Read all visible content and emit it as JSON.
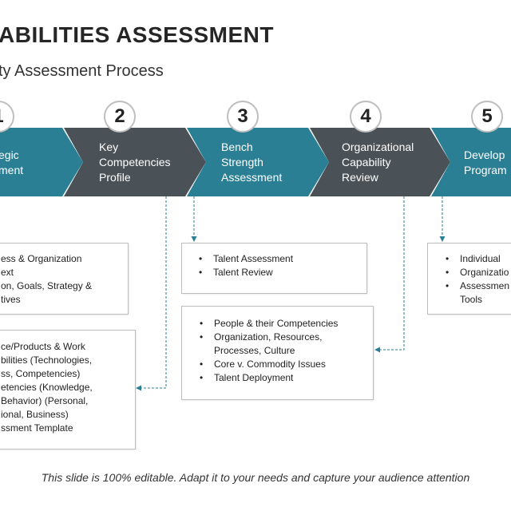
{
  "header": {
    "title": "ABILITIES ASSESSMENT",
    "subtitle": "ty Assessment Process"
  },
  "stages": [
    {
      "number": "1",
      "label": "egic\nment",
      "color": "#2a7f95"
    },
    {
      "number": "2",
      "label": "Key\nCompetencies\nProfile",
      "color": "#4a5258"
    },
    {
      "number": "3",
      "label": "Bench\nStrength\nAssessment",
      "color": "#2a7f95"
    },
    {
      "number": "4",
      "label": "Organizational\nCapability\nReview",
      "color": "#4a5258"
    },
    {
      "number": "5",
      "label": "Develop\nProgram",
      "color": "#2a7f95"
    }
  ],
  "boxes": {
    "box1": [
      "ess & Organization",
      "ext",
      "on, Goals, Strategy &",
      "tives"
    ],
    "box2": [
      "ce/Products  & Work",
      "bilities (Technologies,",
      "ss, Competencies)",
      "etencies (Knowledge,",
      " Behavior) (Personal,",
      "ional,  Business)",
      "ssment Template"
    ],
    "box3": [
      "Talent Assessment",
      "Talent Review"
    ],
    "box4": [
      "People & their Competencies",
      "Organization, Resources,",
      "Processes, Culture",
      "Core v. Commodity  Issues",
      "Talent Deployment"
    ],
    "box5": [
      "Individual",
      "Organizatio",
      "Assessmen",
      "Tools"
    ]
  },
  "footer": "This slide is 100% editable. Adapt it to your needs and capture your audience attention",
  "colors": {
    "teal": "#2a7f95",
    "gray": "#4a5258",
    "connector": "#2a7f95"
  }
}
